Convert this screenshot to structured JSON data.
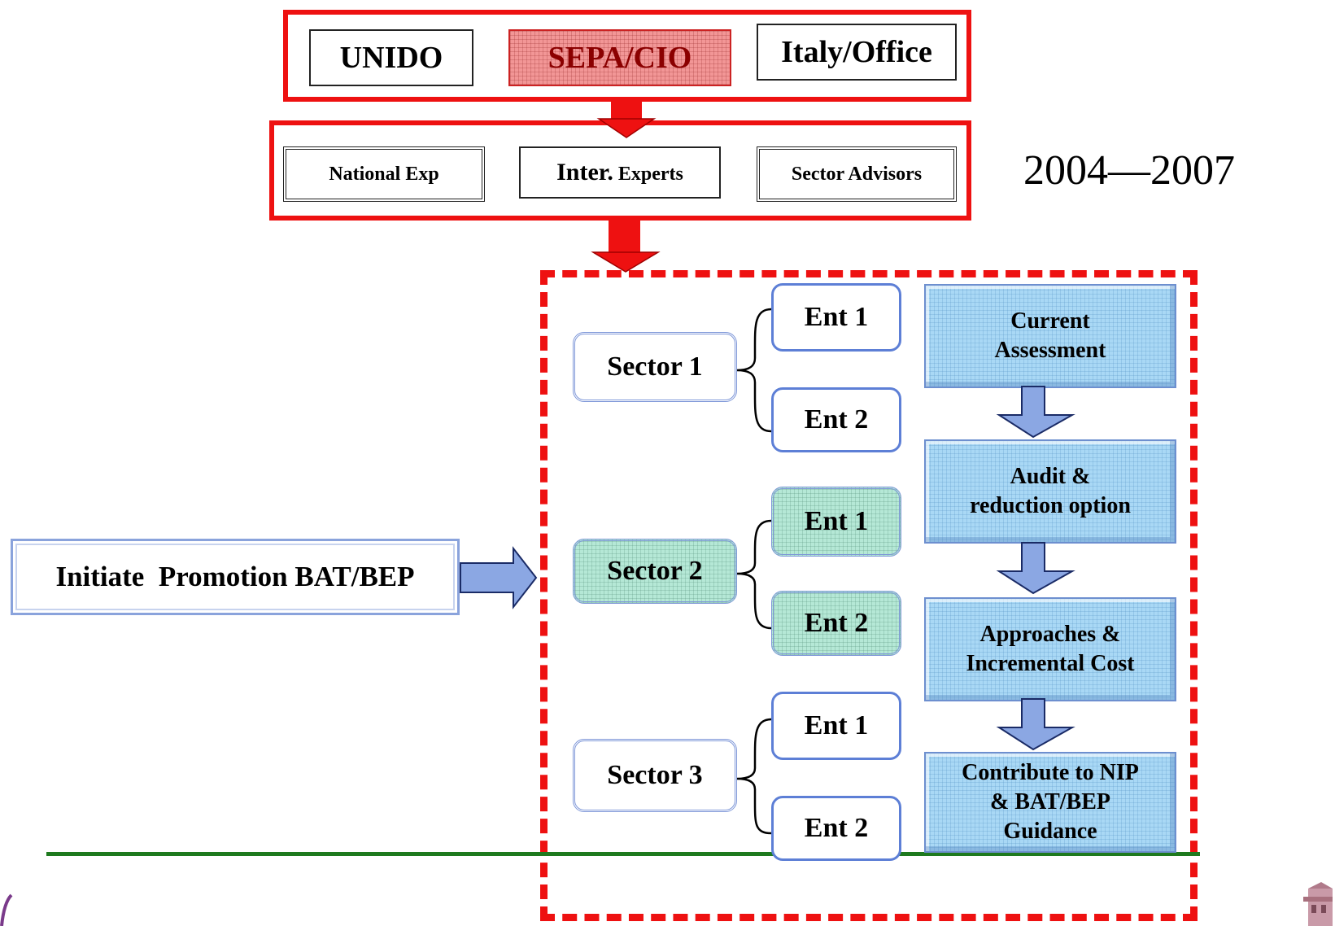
{
  "top_row": {
    "unido": "UNIDO",
    "sepa_cio": "SEPA/CIO",
    "italy_office": "Italy/Office"
  },
  "experts_row": {
    "national": "National Exp",
    "inter_bold": "Inter.",
    "inter_rest": " Experts",
    "sector_advisors": "Sector Advisors"
  },
  "period": "2004—2007",
  "initiate_label": "Initiate  Promotion BAT/BEP",
  "sectors": [
    {
      "label": "Sector 1",
      "ents": [
        "Ent 1",
        "Ent 2"
      ]
    },
    {
      "label": "Sector 2",
      "ents": [
        "Ent 1",
        "Ent 2"
      ]
    },
    {
      "label": "Sector 3",
      "ents": [
        "Ent 1",
        "Ent 2"
      ]
    }
  ],
  "steps": [
    "Current\nAssessment",
    "Audit &\nreduction option",
    "Approaches &\nIncremental Cost",
    "Contribute to NIP\n& BAT/BEP\nGuidance"
  ],
  "colors": {
    "frame_red": "#ee1111",
    "sepa_fill": "#f29696",
    "green_highlight": "#b5e8d6",
    "step_fill": "#a9d8f5",
    "arrow_blue": "#8ba7e3",
    "baseline_green": "#1e7a1e"
  }
}
